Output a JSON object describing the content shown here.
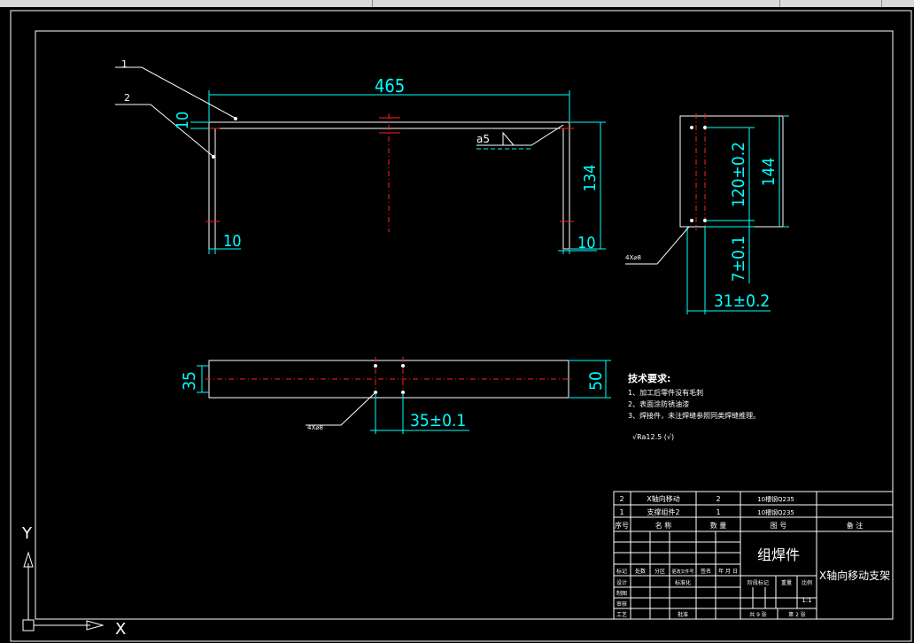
{
  "leaders": {
    "l1": "1",
    "l2": "2"
  },
  "front_view": {
    "dim_width": "465",
    "dim_top_thk": "10",
    "dim_height": "134",
    "dim_leg_left": "10",
    "dim_leg_right": "10",
    "weld_symbol": "a5"
  },
  "side_view": {
    "dim_hole_spacing": "120±0.2",
    "dim_height": "144",
    "dim_bottom": "7±0.1",
    "dim_width": "31±0.2",
    "hole_note": "4X⌀8"
  },
  "top_view": {
    "dim_left": "35",
    "dim_right": "50",
    "dim_hole_x": "35±0.1",
    "hole_note": "4X⌀8"
  },
  "tech_req": {
    "title": "技术要求:",
    "items": [
      "1、加工后零件没有毛刺",
      "2、表面涂防锈油漆",
      "3、焊接件，未注焊缝参照同类焊缝推理。"
    ],
    "roughness": "√Ra12.5 (√)"
  },
  "title_block": {
    "parts": [
      {
        "no": "2",
        "name": "X轴向移动",
        "qty": "2",
        "material": "10槽钢Q235"
      },
      {
        "no": "1",
        "name": "支撑组件2",
        "qty": "1",
        "material": "10槽钢Q235"
      }
    ],
    "headers": {
      "no": "序号",
      "name": "名 称",
      "qty": "数 量",
      "drawing": "图 号",
      "remark": "备 注"
    },
    "assembly_name": "组焊件",
    "drawing_title": "X轴向移动支架",
    "rev_headers": [
      "标记",
      "处数",
      "分区",
      "更改文件号",
      "签名",
      "年 月 日"
    ],
    "roles": [
      "设计",
      "制图",
      "审核",
      "工艺"
    ],
    "std": "标准化",
    "approve": "批准",
    "stage_headers": [
      "阶段标记",
      "重量",
      "比例"
    ],
    "scale": "1:1",
    "sheets_total": "共 9 张",
    "sheet_no": "第 2 张"
  },
  "ucs": {
    "x": "X",
    "y": "Y"
  }
}
